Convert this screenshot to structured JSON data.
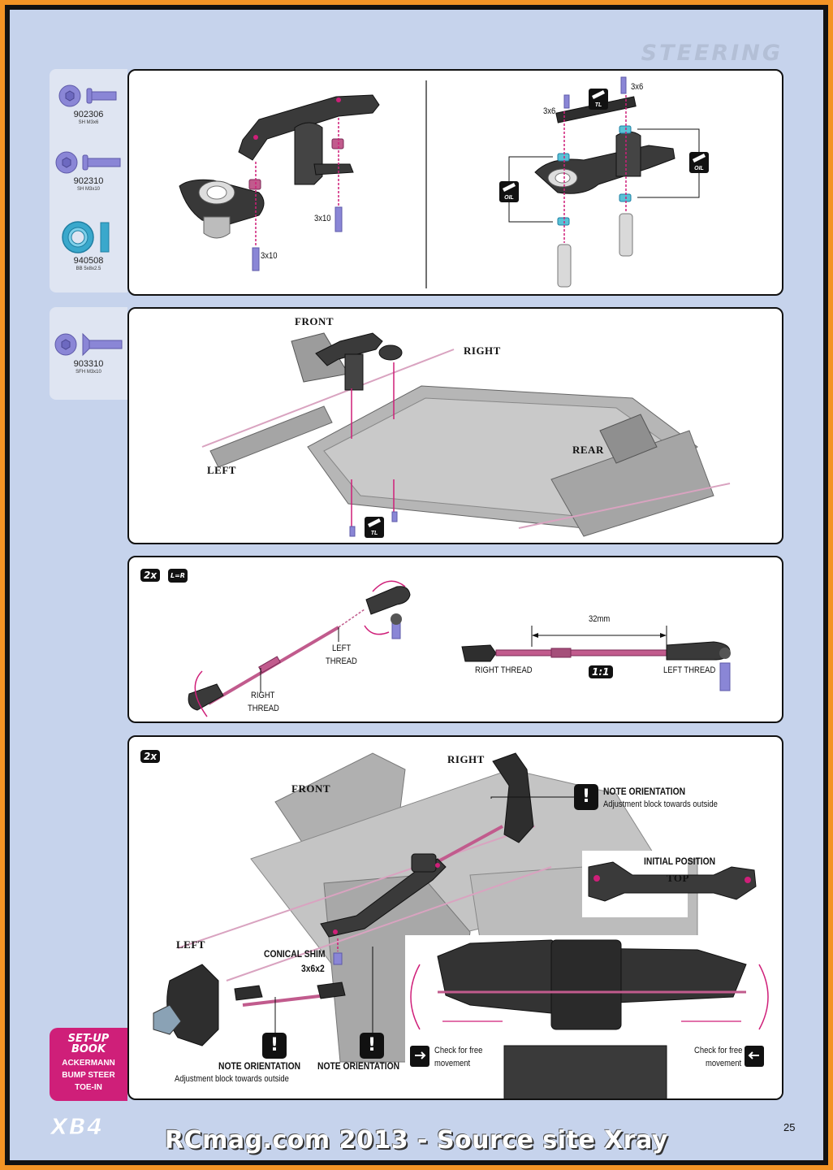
{
  "header": {
    "section_title": "STEERING"
  },
  "parts_top": [
    {
      "code": "902306",
      "desc": "SH M3x6",
      "icon": "socket-head-screw-icon"
    },
    {
      "code": "902310",
      "desc": "SH M3x10",
      "icon": "socket-head-screw-icon"
    },
    {
      "code": "940508",
      "desc": "BB 5x8x2.5",
      "icon": "ball-bearing-icon"
    }
  ],
  "parts_mid": [
    {
      "code": "903310",
      "desc": "SFH M3x10",
      "icon": "flat-head-screw-icon"
    }
  ],
  "step1": {
    "left": {
      "screw_a": "3x10",
      "screw_b": "3x10"
    },
    "right": {
      "screw_a": "3x6",
      "screw_b": "3x6",
      "oil_left": "OIL",
      "oil_right": "OIL",
      "tl": "TL"
    }
  },
  "step2": {
    "front": "FRONT",
    "right": "RIGHT",
    "rear": "REAR",
    "left": "LEFT",
    "tl": "TL"
  },
  "step3": {
    "qty": "2x",
    "lr": "L=R",
    "left_thread": [
      "LEFT",
      "THREAD"
    ],
    "right_thread": [
      "RIGHT",
      "THREAD"
    ],
    "dimension": "32mm",
    "right_thread_label": "RIGHT THREAD",
    "left_thread_label": "LEFT THREAD",
    "scale": "1:1"
  },
  "step4": {
    "qty": "2x",
    "right": "RIGHT",
    "front": "FRONT",
    "left": "LEFT",
    "note_top_title": "NOTE ORIENTATION",
    "note_top_sub": "Adjustment block towards outside",
    "initial_position": "INITIAL POSITION",
    "top": "TOP",
    "conical_shim": "CONICAL SHIM",
    "conical_shim_size": "3x6x2",
    "note_bl_title": "NOTE ORIENTATION",
    "note_bl_sub": "Adjustment block towards outside",
    "note_bm_title": "NOTE ORIENTATION",
    "check_left": [
      "Check for free",
      "movement"
    ],
    "check_right": [
      "Check for free",
      "movement"
    ]
  },
  "setup_book": {
    "title": [
      "SET-UP",
      "BOOK"
    ],
    "items": [
      "ACKERMANN",
      "BUMP STEER",
      "TOE-IN"
    ]
  },
  "footer": {
    "logo": "XB4",
    "page_number": "25",
    "watermark": "RCmag.com 2013 - Source site Xray"
  },
  "colors": {
    "border": "#f39425",
    "background": "#c6d3ec",
    "accent": "#cf1f79",
    "parts": "#8a86d6"
  }
}
